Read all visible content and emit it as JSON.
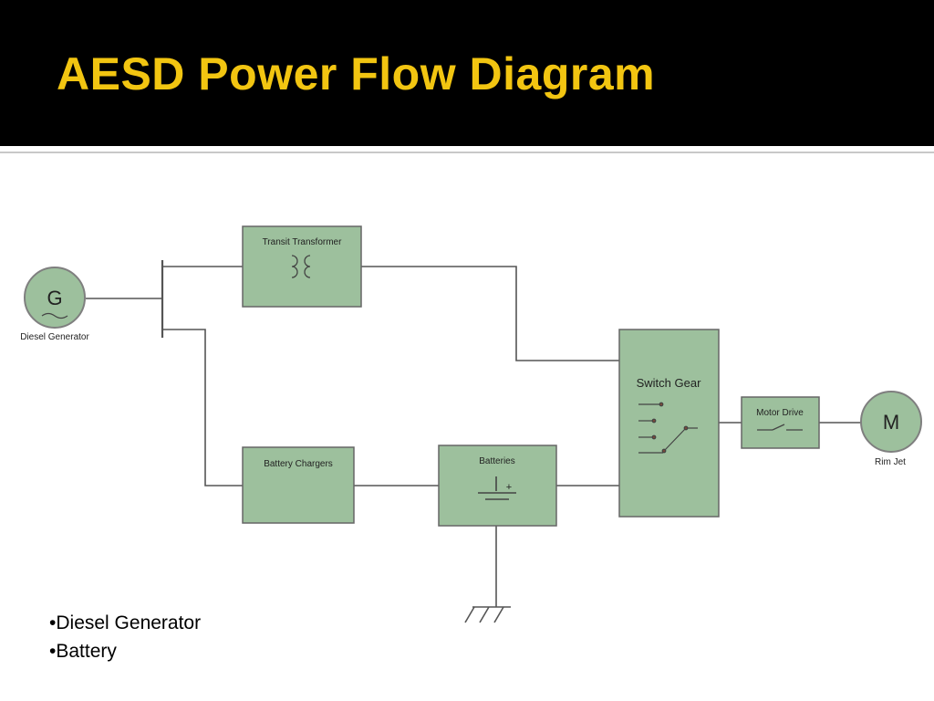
{
  "slide": {
    "title": "AESD Power Flow Diagram"
  },
  "diagram": {
    "generator": {
      "symbol": "G",
      "label": "Diesel Generator"
    },
    "transformer": {
      "label": "Transit Transformer"
    },
    "chargers": {
      "label": "Battery Chargers"
    },
    "batteries": {
      "label": "Batteries",
      "plus": "+"
    },
    "switch_gear": {
      "label": "Switch Gear"
    },
    "motor_drive": {
      "label": "Motor Drive"
    },
    "motor": {
      "symbol": "M",
      "label": "Rim Jet"
    }
  },
  "bullets": [
    "Diesel Generator",
    "Battery"
  ],
  "colors": {
    "title_bar": "#000000",
    "title_text": "#f2c511",
    "box_fill": "#9dc09d",
    "line": "#555555"
  }
}
